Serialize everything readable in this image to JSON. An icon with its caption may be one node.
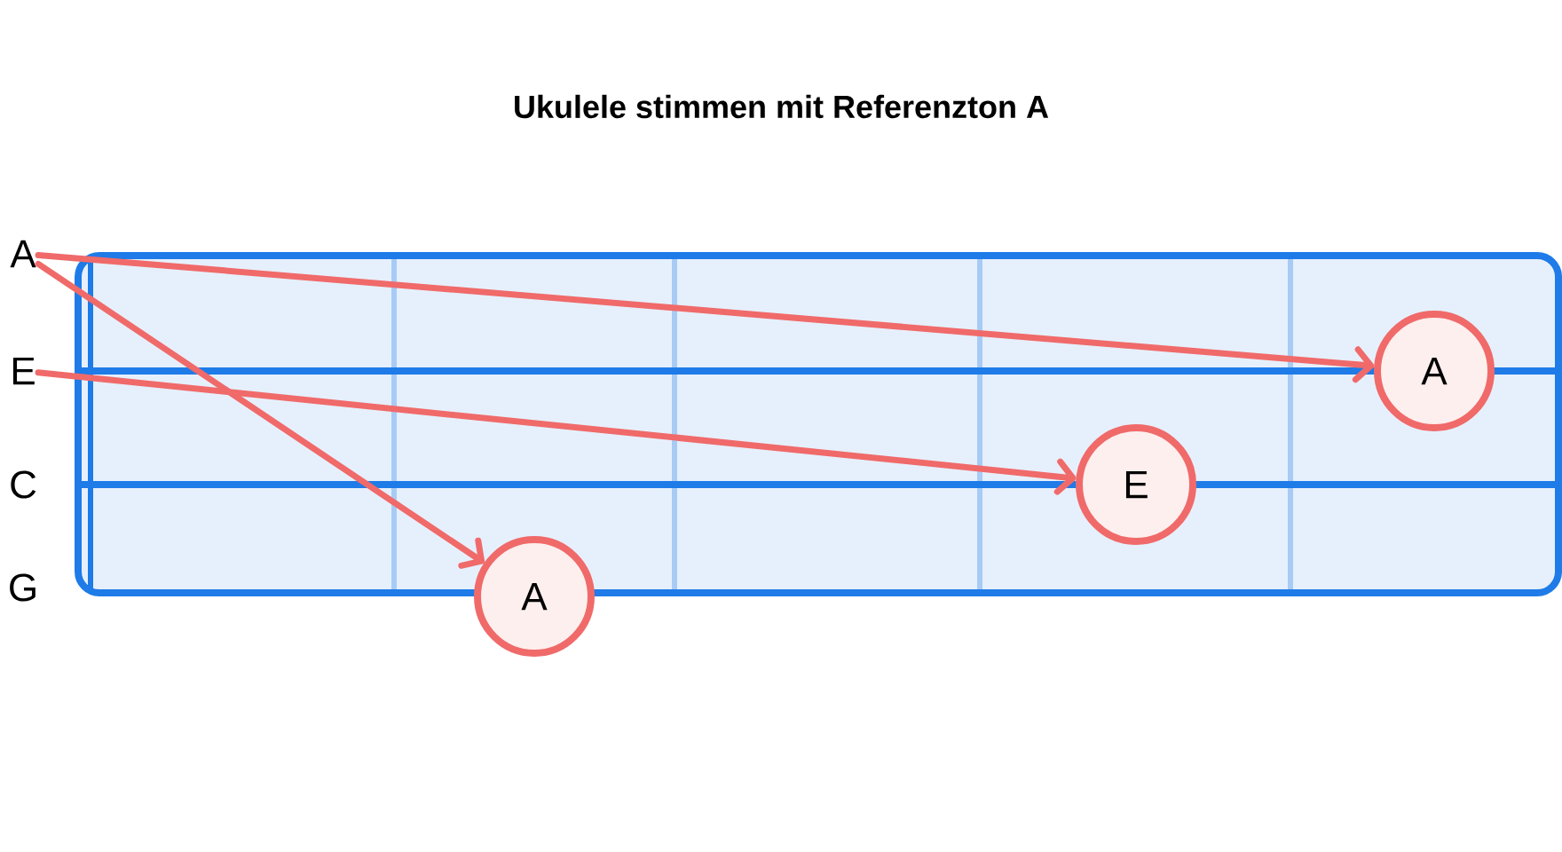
{
  "diagram": {
    "title": "Ukulele stimmen mit Referenzton A",
    "nodes": [
      {
        "text": [
          "A"
        ]
      },
      {
        "text": [
          "E"
        ]
      },
      {
        "text": [
          "C"
        ]
      },
      {
        "text": [
          "G"
        ]
      },
      {
        "text": [
          "A"
        ]
      },
      {
        "text": [
          "E"
        ]
      },
      {
        "text": [
          "A"
        ]
      }
    ],
    "edges": [
      {
        "from": 0,
        "to": 4,
        "arrow": "to"
      },
      {
        "from": 0,
        "to": 6,
        "arrow": "to"
      },
      {
        "from": 1,
        "to": 5,
        "arrow": "to"
      }
    ]
  }
}
